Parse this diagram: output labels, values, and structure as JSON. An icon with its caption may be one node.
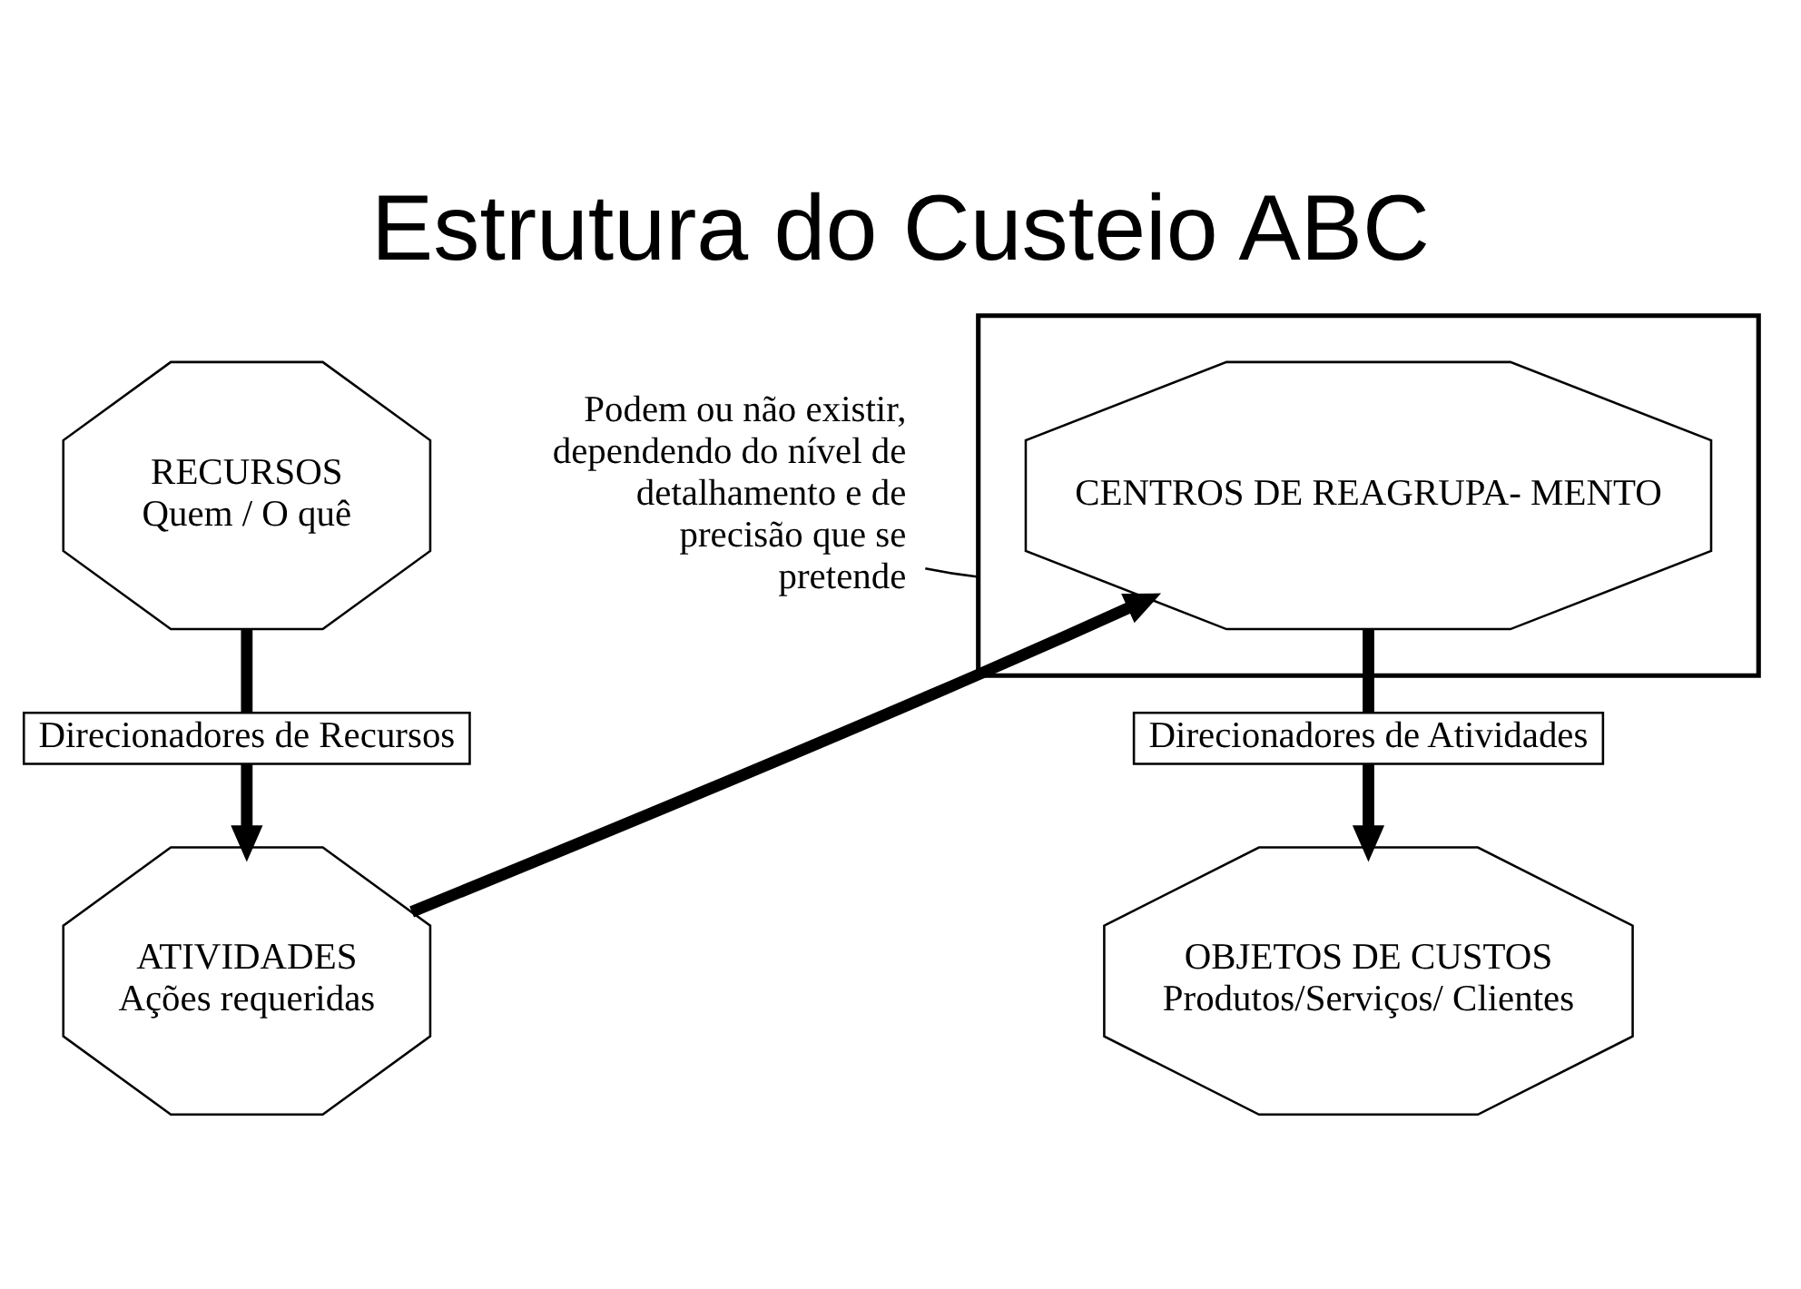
{
  "diagram": {
    "title": "Estrutura do Custeio ABC",
    "nodes": [
      {
        "text": [
          "RECURSOS",
          "Quem / O quê"
        ]
      },
      {
        "text": [
          "Direcionadores de Recursos"
        ]
      },
      {
        "text": [
          "ATIVIDADES",
          "Ações requeridas"
        ]
      },
      {
        "text": [
          "Podem ou não existir, dependendo do nível de detalhamento e de precisão que se pretende"
        ]
      },
      {
        "text": [],
        "shape": "box"
      },
      {
        "text": [
          "CENTROS DE REAGRUPA- MENTO"
        ],
        "in": 4
      },
      {
        "text": [
          "Direcionadores de Atividades"
        ]
      },
      {
        "text": [
          "OBJETOS DE CUSTOS",
          "Produtos/Serviços/ Clientes"
        ]
      }
    ],
    "edges": [
      {
        "from": 0,
        "to": 1,
        "arrow": "none"
      },
      {
        "from": 1,
        "to": 2,
        "arrow": "to"
      },
      {
        "from": 2,
        "to": 5,
        "arrow": "to"
      },
      {
        "from": 3,
        "to": 4,
        "arrow": "none"
      },
      {
        "from": 5,
        "to": 6,
        "arrow": "none"
      },
      {
        "from": 6,
        "to": 7,
        "arrow": "to"
      }
    ]
  }
}
